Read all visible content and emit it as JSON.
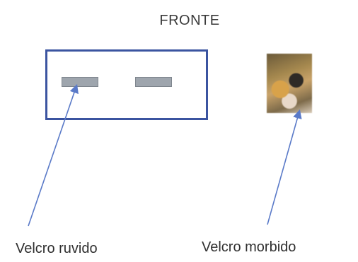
{
  "title": "FRONTE",
  "labels": {
    "left": "Velcro ruvido",
    "right": "Velcro morbido"
  },
  "colors": {
    "board_border": "#3b54a0",
    "velcro_strip": "#9ea5ad",
    "arrow": "#5a7ac8"
  }
}
